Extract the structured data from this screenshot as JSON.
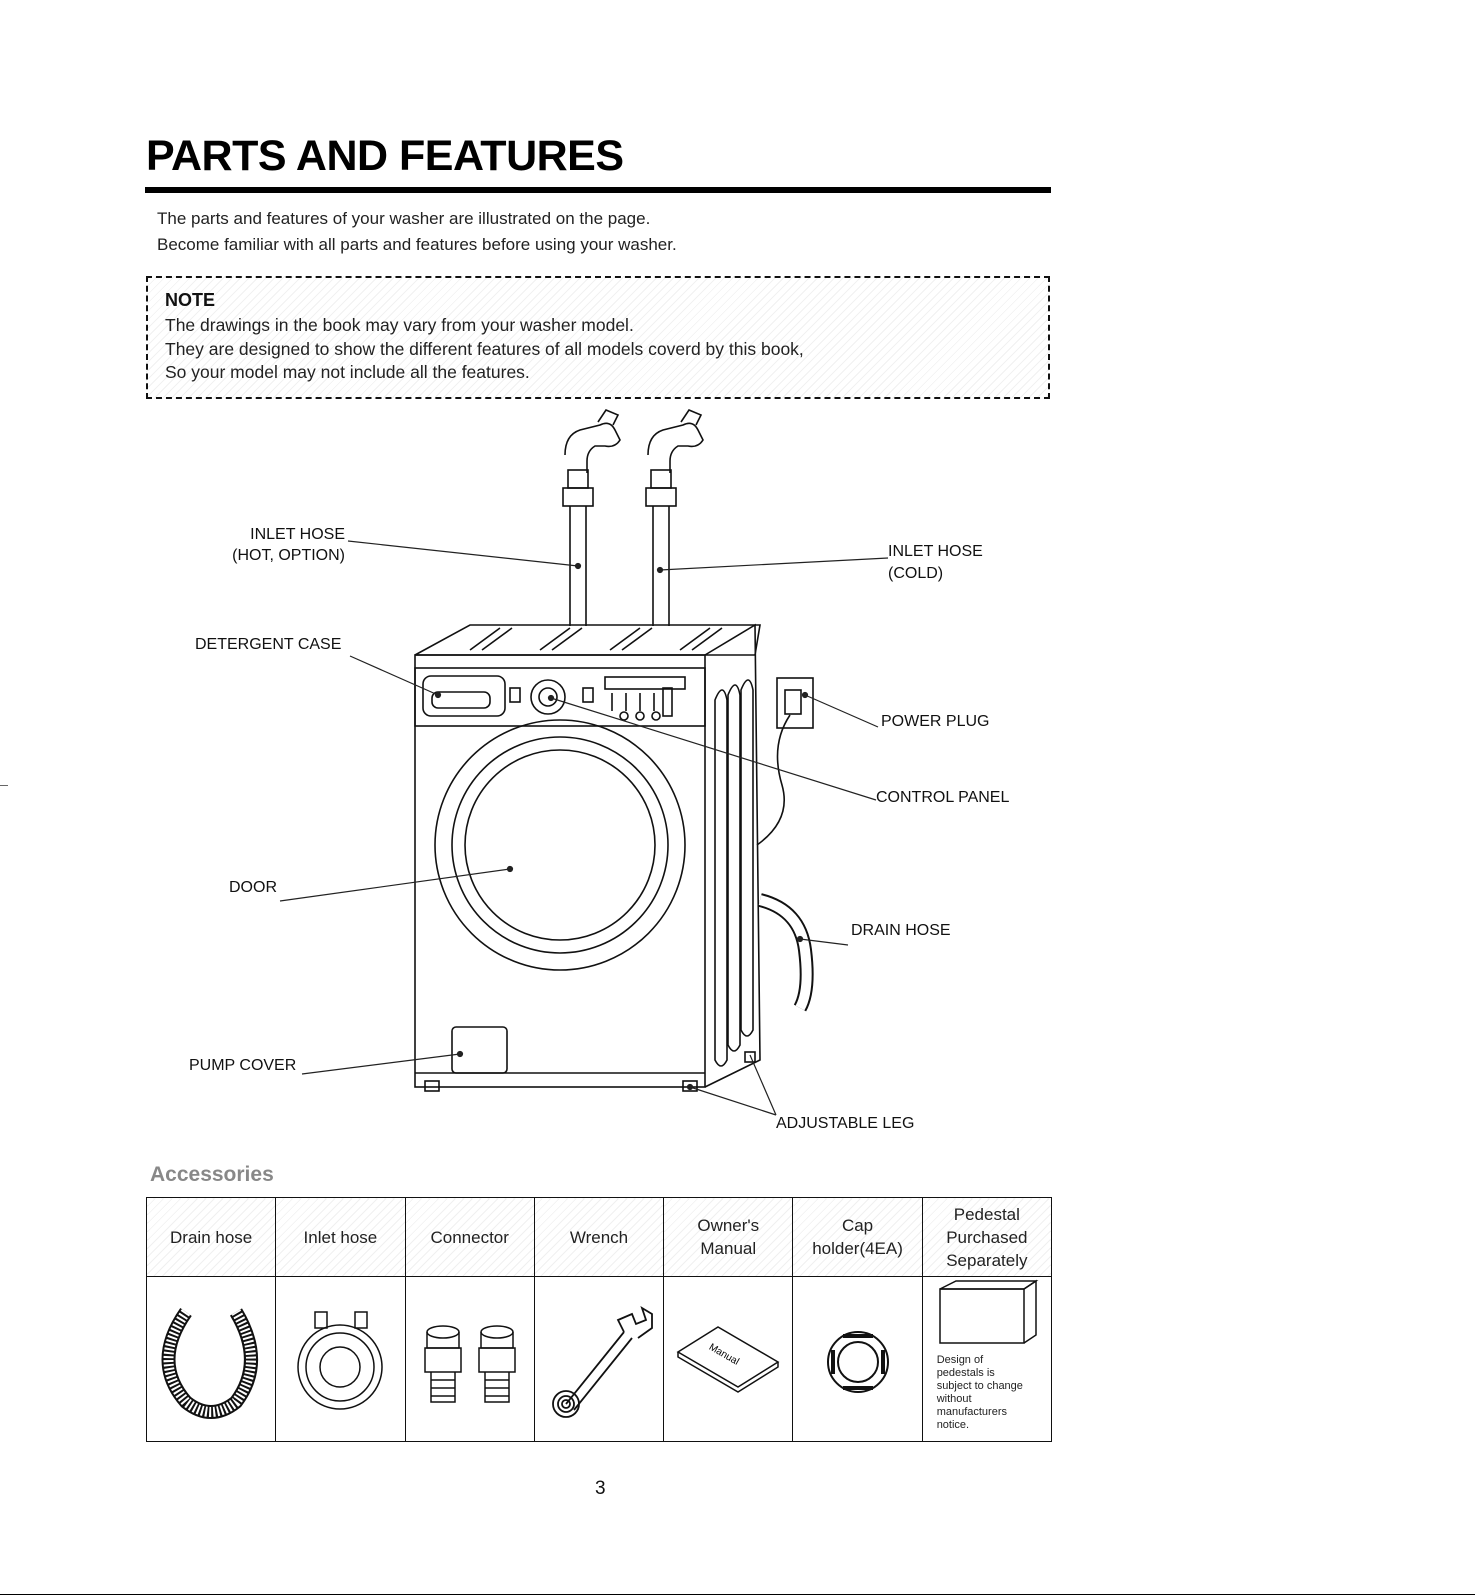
{
  "header": {
    "title": "PARTS AND FEATURES",
    "intro_line1": "The parts and features of your washer are illustrated on the page.",
    "intro_line2": "Become familiar with all parts and features before using your washer."
  },
  "note": {
    "title": "NOTE",
    "line1": "The drawings in the book may vary from your washer model.",
    "line2": "They are designed to show the different features of all models coverd by this book,",
    "line3": "So your model may not include all the features."
  },
  "diagram": {
    "inlet_hot_line1": "INLET HOSE",
    "inlet_hot_line2": "(HOT, OPTION)",
    "inlet_cold_line1": "INLET HOSE",
    "inlet_cold_line2": "(COLD)",
    "detergent_case": "DETERGENT CASE",
    "power_plug": "POWER PLUG",
    "control_panel": "CONTROL PANEL",
    "door": "DOOR",
    "drain_hose": "DRAIN HOSE",
    "pump_cover": "PUMP COVER",
    "adjustable_leg": "ADJUSTABLE LEG",
    "manual_cover_text": "Manual"
  },
  "accessories": {
    "heading": "Accessories",
    "items": [
      {
        "label": "Drain hose",
        "icon": "drain-hose-icon"
      },
      {
        "label": "Inlet hose",
        "icon": "inlet-hose-icon"
      },
      {
        "label": "Connector",
        "icon": "connector-icon"
      },
      {
        "label": "Wrench",
        "icon": "wrench-icon"
      },
      {
        "label_line1": "Owner's",
        "label_line2": "Manual",
        "icon": "manual-icon"
      },
      {
        "label_line1": "Cap",
        "label_line2": "holder(4EA)",
        "icon": "cap-holder-icon"
      },
      {
        "label_line1": "Pedestal",
        "label_line2": "Purchased",
        "label_line3": "Separately",
        "icon": "pedestal-icon"
      }
    ],
    "pedestal_note": [
      "Design of",
      "pedestals is",
      "subject to change",
      "without",
      "manufacturers",
      "notice."
    ]
  },
  "footer": {
    "page_number": "3"
  }
}
